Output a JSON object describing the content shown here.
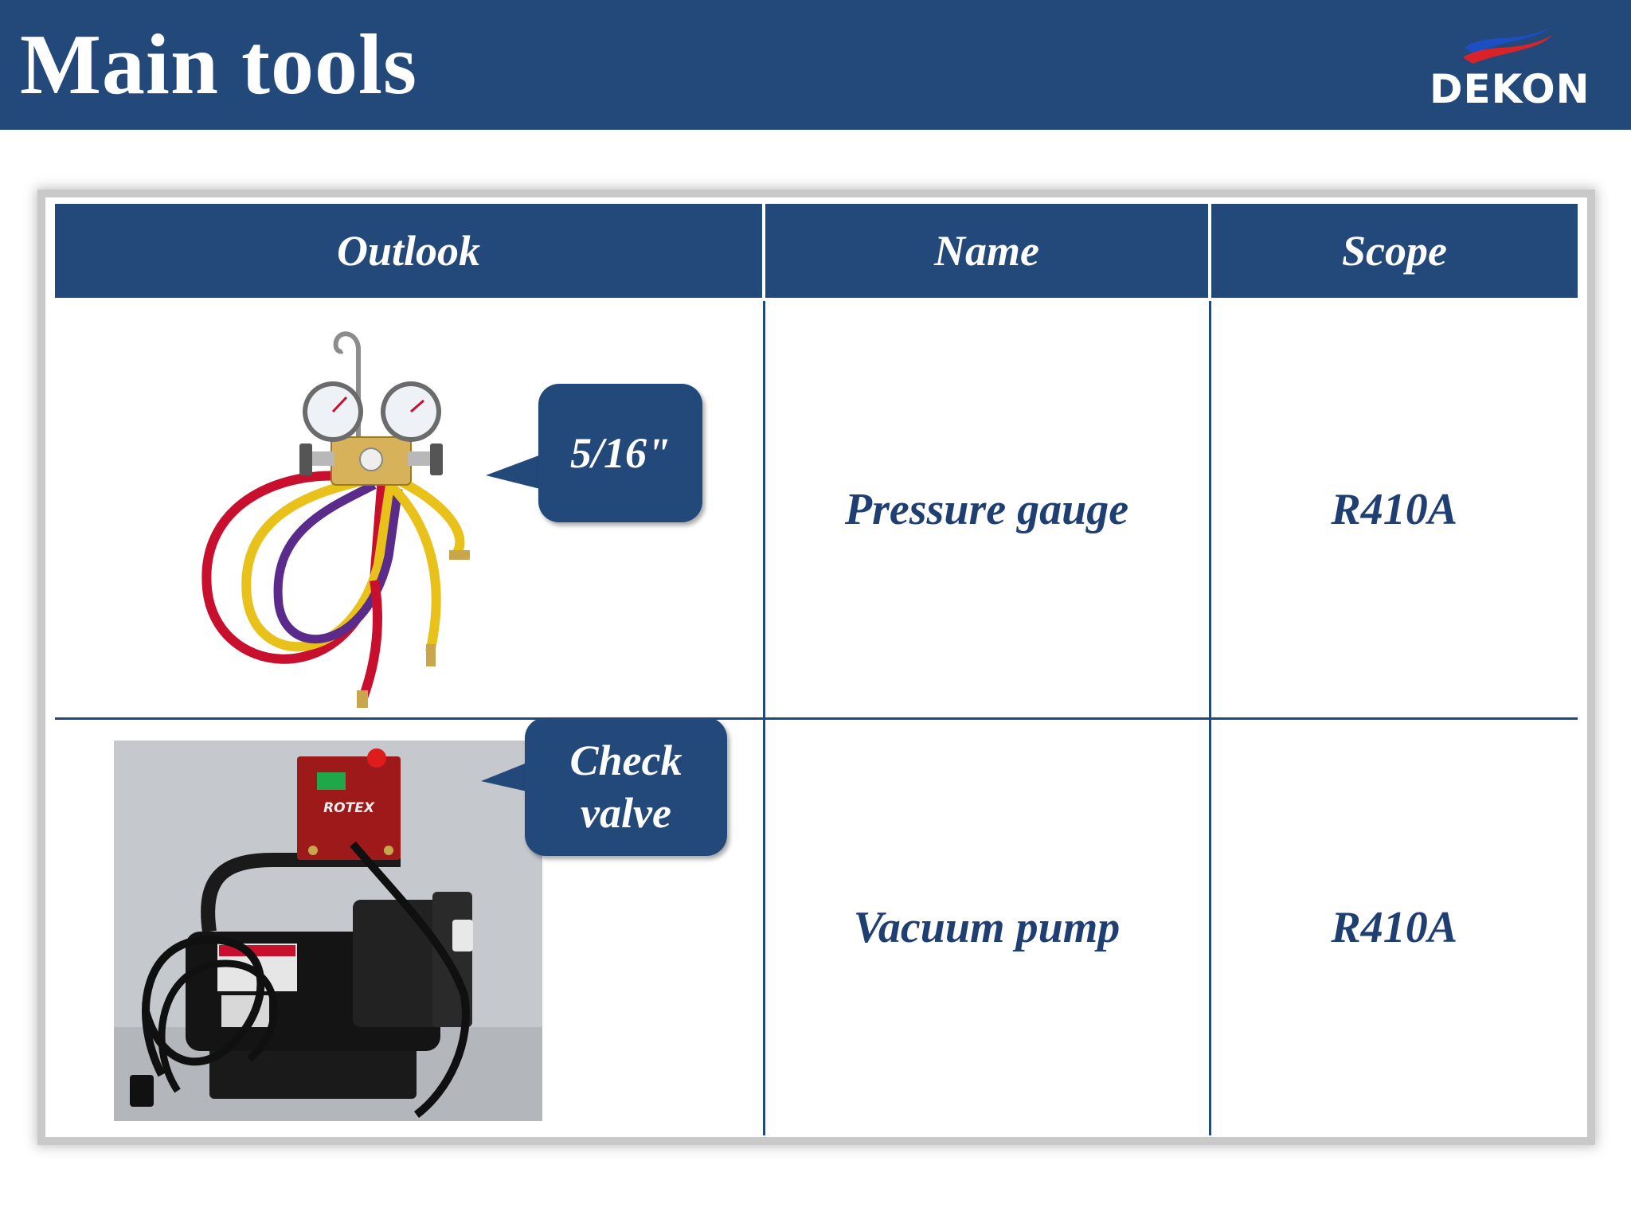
{
  "header": {
    "title": "Main tools",
    "logo_text": "DEKON",
    "bg_color": "#22497a"
  },
  "table": {
    "columns": [
      "Outlook",
      "Name",
      "Scope"
    ],
    "rows": [
      {
        "image": "pressure-gauge-manifold",
        "callout": "5/16\"",
        "name": "Pressure gauge",
        "scope": "R410A"
      },
      {
        "image": "vacuum-pump",
        "image_brand": "ROTEX",
        "callout_line1": "Check",
        "callout_line2": "valve",
        "name": "Vacuum pump",
        "scope": "R410A"
      }
    ]
  }
}
